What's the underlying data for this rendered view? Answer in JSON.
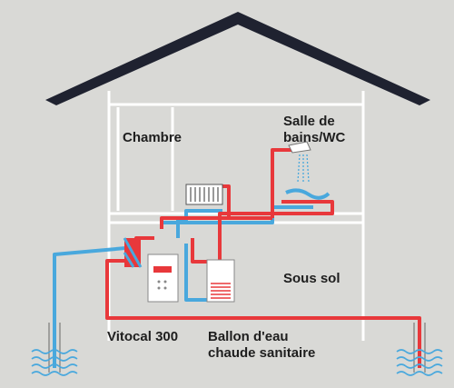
{
  "labels": {
    "chambre": "Chambre",
    "salle_de_bains": "Salle de\nbains/WC",
    "sous_sol": "Sous sol",
    "vitocal": "Vitocal 300",
    "ballon": "Ballon d'eau\nchaude sanitaire"
  },
  "colors": {
    "background": "#d9d9d6",
    "house_outline": "#ffffff",
    "roof": "#1f2230",
    "hot_pipe": "#e8383b",
    "cold_pipe": "#49a8dd",
    "groundwater": "#49a8dd",
    "label_text": "#1e1e1e"
  },
  "icons": [
    "roof-icon",
    "radiator-icon",
    "shower-head-icon",
    "heat-pump-icon",
    "heat-exchanger-icon",
    "hot-water-tank-icon",
    "well-left-icon",
    "well-right-icon",
    "groundwater-wave-icon"
  ]
}
